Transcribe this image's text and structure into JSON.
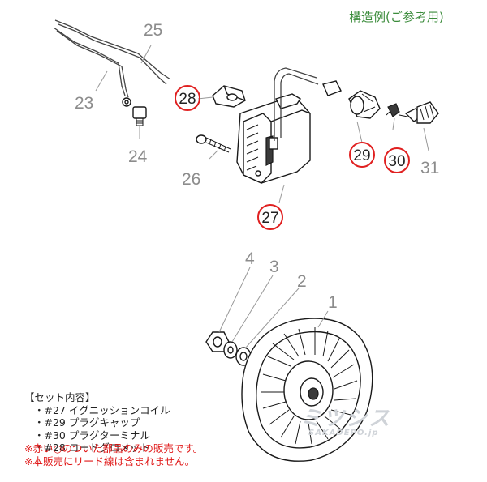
{
  "heading": "構造例(ご参考用)",
  "part_labels": {
    "p1": "1",
    "p2": "2",
    "p3": "3",
    "p4": "4",
    "p23": "23",
    "p24": "24",
    "p25": "25",
    "p26": "26",
    "p31": "31"
  },
  "highlighted_labels": {
    "p27": "27",
    "p28": "28",
    "p29": "29",
    "p30": "30"
  },
  "kit": {
    "title": "【セット内容】",
    "items": [
      "・#27 イグニッションコイル",
      "・#29 プラグキャップ",
      "・#30 プラグターミナル",
      "・#28 コードグロメット"
    ]
  },
  "notes": [
    "※赤い○のついた部品のみの販売です。",
    "※本販売にリード線は含まれません。"
  ],
  "watermark": {
    "main": "ミツシス",
    "sub": "SAKADEPO.jp"
  },
  "colors": {
    "highlight_circle": "#e02020",
    "heading": "#3c8c3c",
    "note_text": "#e01818",
    "label_gray": "#8c8c8c"
  }
}
